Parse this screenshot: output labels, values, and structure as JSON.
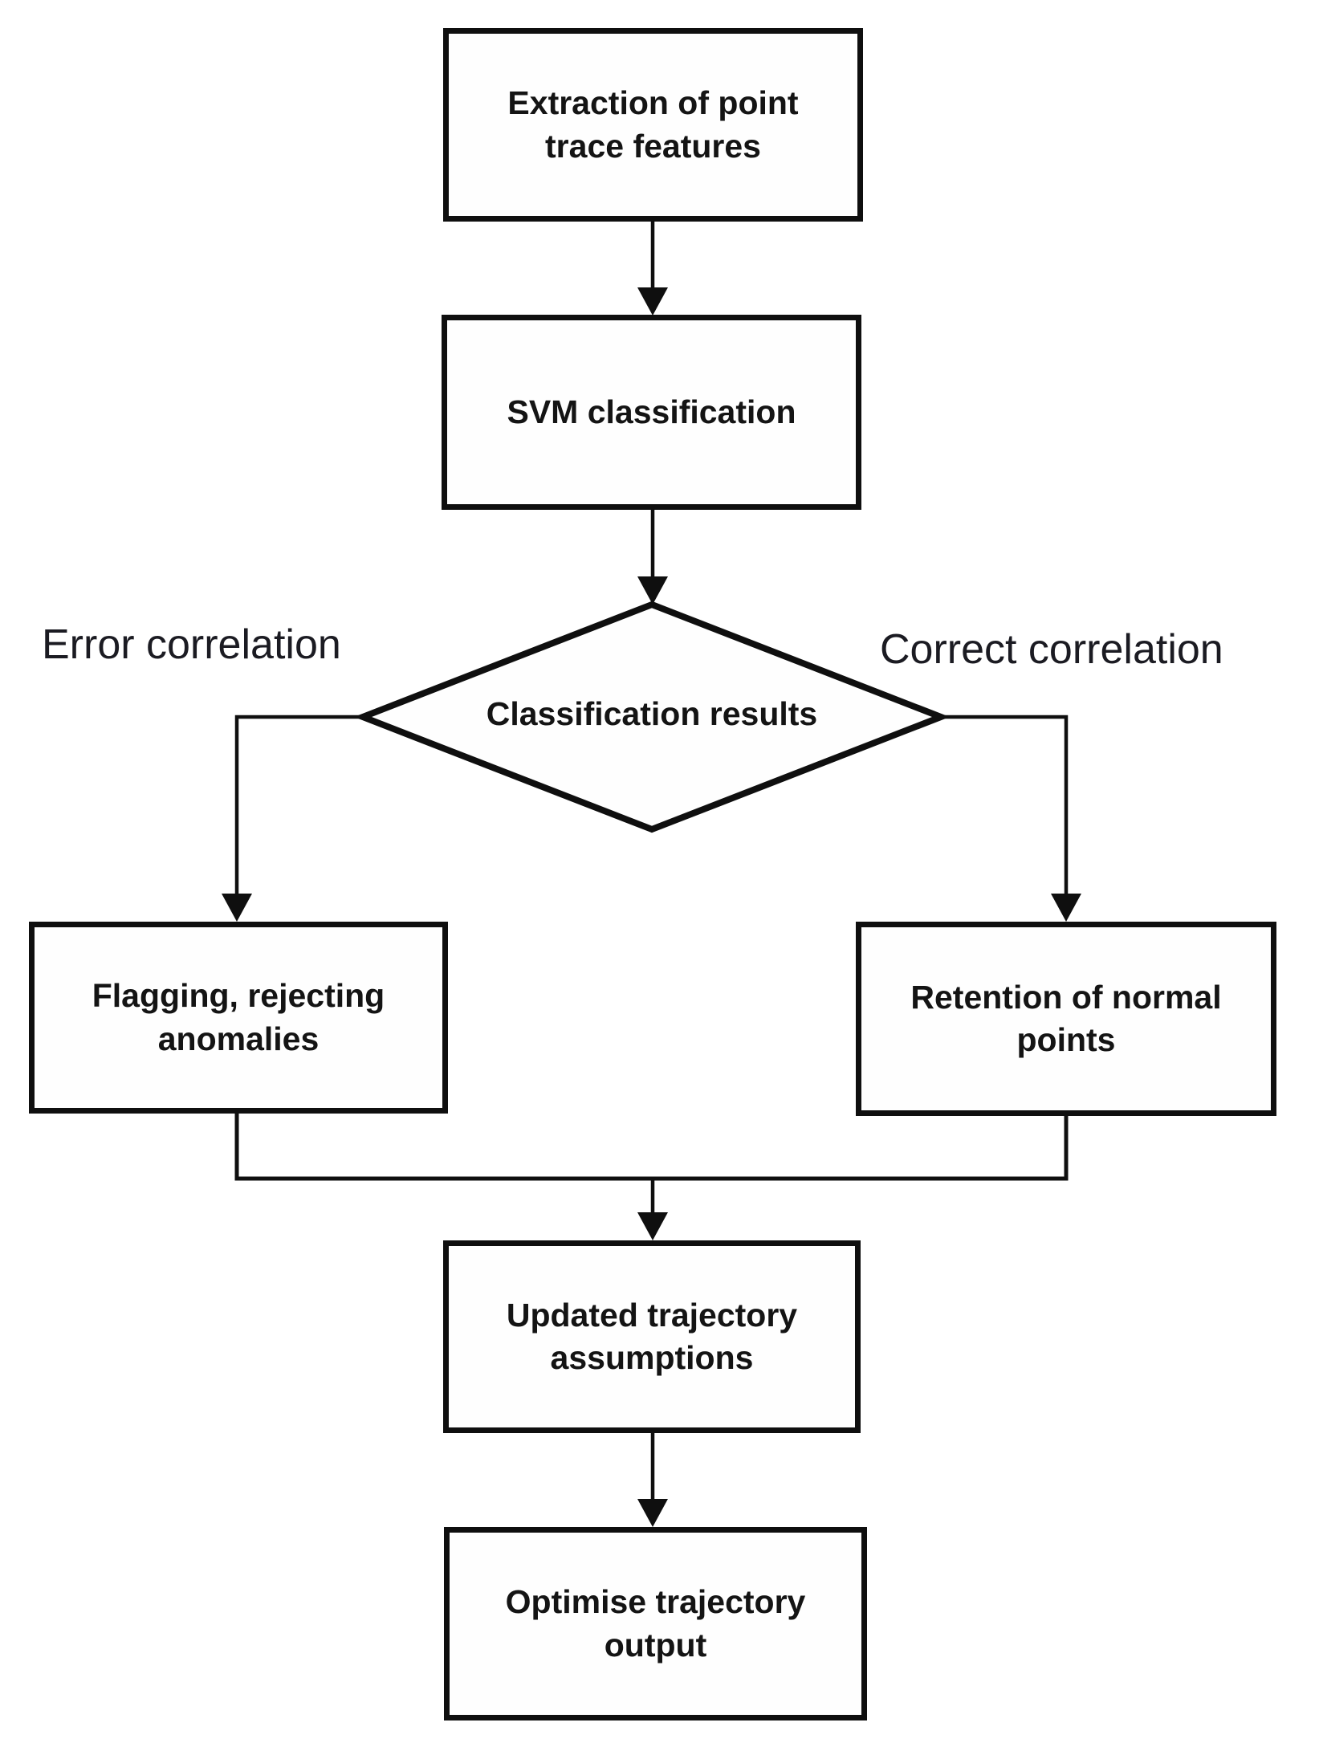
{
  "nodes": {
    "extraction": {
      "label": "Extraction of point trace features",
      "type": "process"
    },
    "svm_classification": {
      "label": "SVM classification",
      "type": "process"
    },
    "classification_results": {
      "label": "Classification results",
      "type": "decision"
    },
    "flagging": {
      "label": "Flagging, rejecting anomalies",
      "type": "process"
    },
    "retention": {
      "label": "Retention of normal points",
      "type": "process"
    },
    "updated_trajectory": {
      "label": "Updated trajectory assumptions",
      "type": "process"
    },
    "optimise_trajectory": {
      "label": "Optimise trajectory output",
      "type": "process"
    }
  },
  "branch_labels": {
    "error": "Error correlation",
    "correct": "Correct correlation"
  },
  "colors": {
    "background": "#ffffff",
    "line": "#0f0f0f",
    "text": "#141414"
  }
}
